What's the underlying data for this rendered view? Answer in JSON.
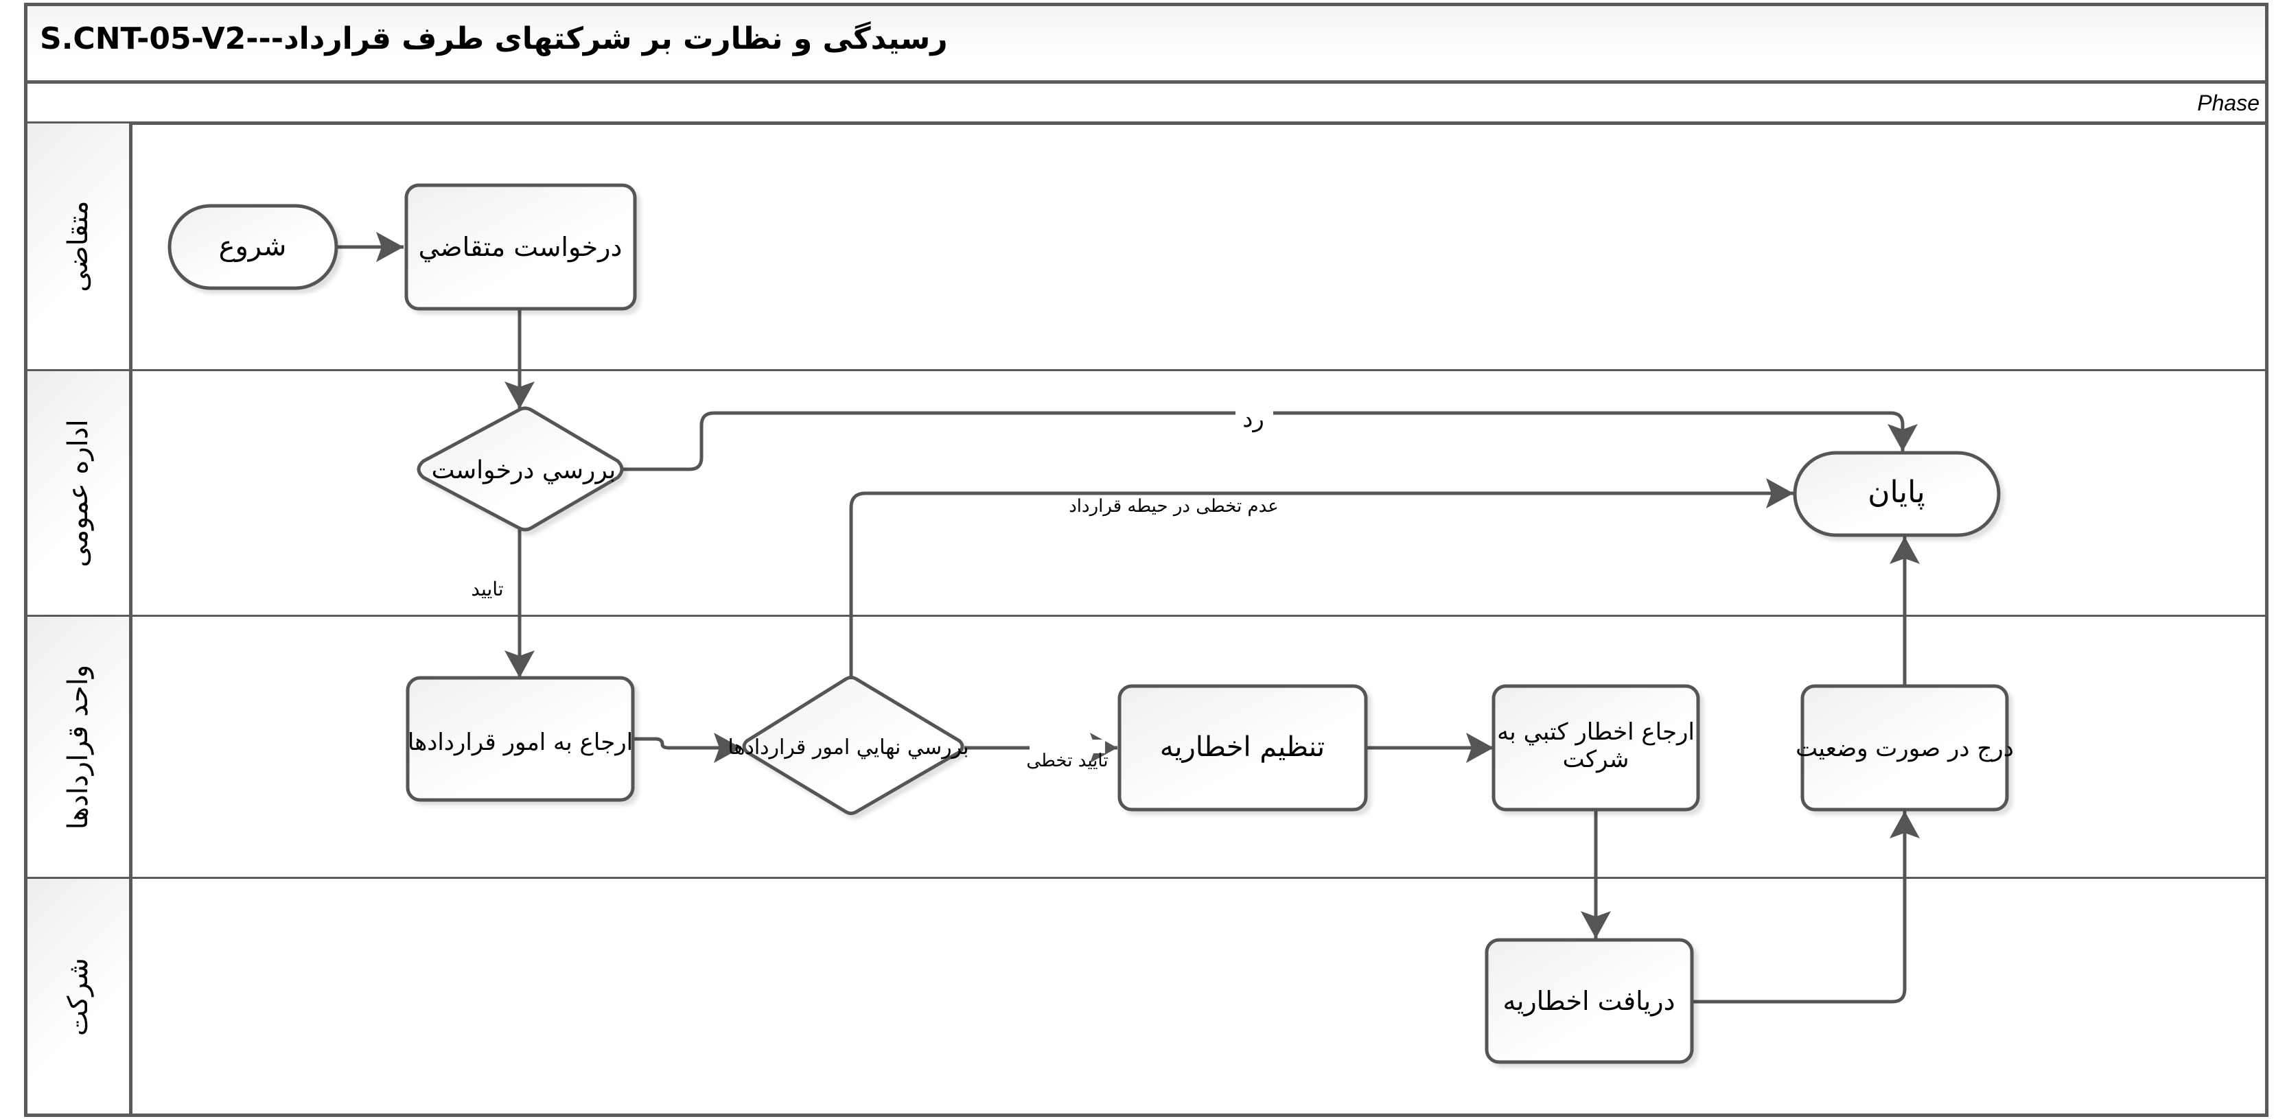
{
  "diagram": {
    "title": "S.CNT-05-V2---رسیدگی و نظارت بر شرکتهای طرف قرارداد",
    "phase_label": "Phase",
    "lanes": [
      {
        "id": "applicant",
        "label": "متقاضی"
      },
      {
        "id": "general_dept",
        "label": "اداره عمومی"
      },
      {
        "id": "contracts_unit",
        "label": "واحد قراردادها"
      },
      {
        "id": "company",
        "label": "شرکت"
      }
    ],
    "nodes": [
      {
        "id": "start",
        "type": "terminal",
        "lane": "applicant",
        "label": "شروع"
      },
      {
        "id": "request",
        "type": "task",
        "lane": "applicant",
        "label": "درخواست متقاضي"
      },
      {
        "id": "review_request",
        "type": "decision",
        "lane": "general_dept",
        "label": "بررسي درخواست"
      },
      {
        "id": "end",
        "type": "terminal",
        "lane": "general_dept",
        "label": "پايان"
      },
      {
        "id": "refer_contracts",
        "type": "task",
        "lane": "contracts_unit",
        "label": "ارجاع به امور قراردادها"
      },
      {
        "id": "final_review",
        "type": "decision",
        "lane": "contracts_unit",
        "label": "بررسي نهايي امور قراردادها"
      },
      {
        "id": "prepare_notice",
        "type": "task",
        "lane": "contracts_unit",
        "label": "تنظيم اخطاريه"
      },
      {
        "id": "refer_written_notice",
        "type": "task",
        "lane": "contracts_unit",
        "label_lines": [
          "ارجاع اخطار كتبي به",
          "شركت"
        ]
      },
      {
        "id": "record_statement",
        "type": "task",
        "lane": "contracts_unit",
        "label": "درج در صورت وضعيت"
      },
      {
        "id": "receive_notice",
        "type": "task",
        "lane": "company",
        "label": "دريافت اخطاريه"
      }
    ],
    "edges": [
      {
        "from": "start",
        "to": "request",
        "label": ""
      },
      {
        "from": "request",
        "to": "review_request",
        "label": ""
      },
      {
        "from": "review_request",
        "to": "end",
        "label": "رد"
      },
      {
        "from": "review_request",
        "to": "refer_contracts",
        "label": "تایید"
      },
      {
        "from": "refer_contracts",
        "to": "final_review",
        "label": ""
      },
      {
        "from": "final_review",
        "to": "end",
        "label": "عدم تخطی در حیطه قرارداد"
      },
      {
        "from": "final_review",
        "to": "prepare_notice",
        "label": "تایید تخطی"
      },
      {
        "from": "prepare_notice",
        "to": "refer_written_notice",
        "label": ""
      },
      {
        "from": "refer_written_notice",
        "to": "receive_notice",
        "label": ""
      },
      {
        "from": "receive_notice",
        "to": "record_statement",
        "label": ""
      },
      {
        "from": "record_statement",
        "to": "end",
        "label": ""
      }
    ]
  },
  "colors": {
    "stroke": "#555555",
    "border": "#5a5a5a",
    "node_fill_top": "#f2f2f2",
    "node_fill_bottom": "#ffffff",
    "text": "#000000"
  }
}
